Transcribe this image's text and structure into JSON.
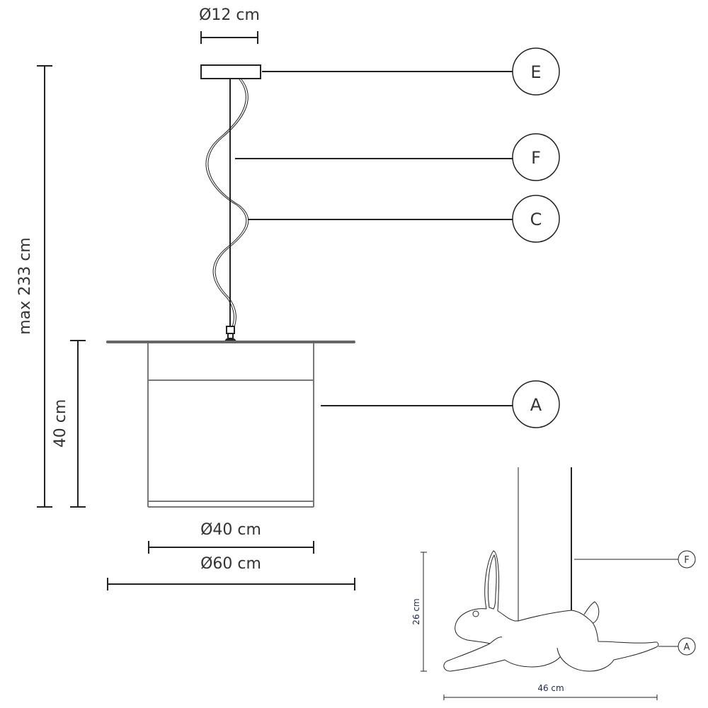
{
  "main_drawing": {
    "dimensions": {
      "canopy_diameter": "Ø12 cm",
      "max_height": "max 233 cm",
      "shade_height": "40 cm",
      "shade_diameter": "Ø40 cm",
      "disc_diameter": "Ø60 cm"
    },
    "callouts": [
      "E",
      "F",
      "C",
      "A"
    ]
  },
  "rabbit_drawing": {
    "dimensions": {
      "height": "26 cm",
      "width": "46 cm"
    },
    "callouts": [
      "F",
      "A"
    ]
  },
  "colors": {
    "line": "#222222",
    "shade": "#777777",
    "small_label": "#1f2a44"
  }
}
